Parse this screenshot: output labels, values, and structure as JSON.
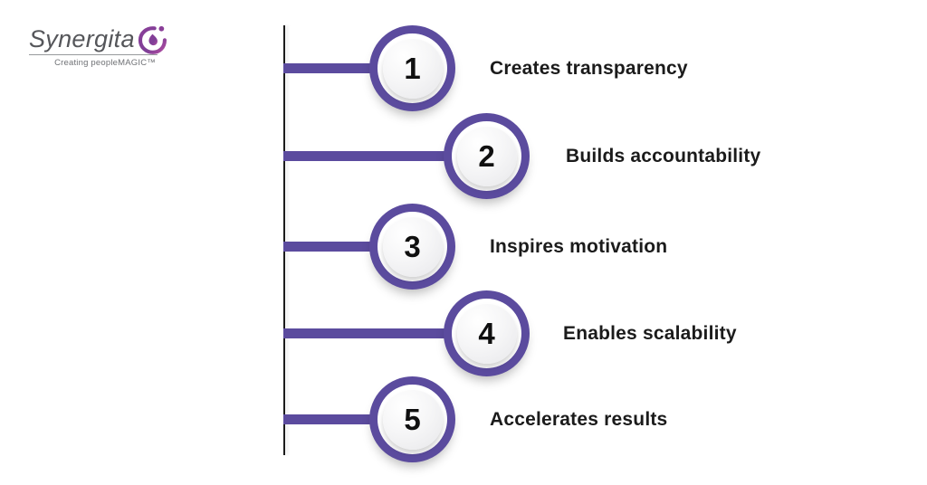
{
  "logo": {
    "brand": "Synergita",
    "tagline": "Creating peopleMAGIC™"
  },
  "colors": {
    "accent_purple": "#5b4b9e",
    "axis_black": "#1b1b1b",
    "label_dark": "#1b1b1b",
    "logo_gray": "#55565a",
    "logo_icon_purple": "#7e3f97",
    "logo_icon_magenta": "#b14ba0",
    "background": "#ffffff"
  },
  "timeline": {
    "items": [
      {
        "number": "1",
        "label": "Creates transparency"
      },
      {
        "number": "2",
        "label": "Builds accountability"
      },
      {
        "number": "3",
        "label": "Inspires motivation"
      },
      {
        "number": "4",
        "label": "Enables scalability"
      },
      {
        "number": "5",
        "label": "Accelerates results"
      }
    ]
  }
}
